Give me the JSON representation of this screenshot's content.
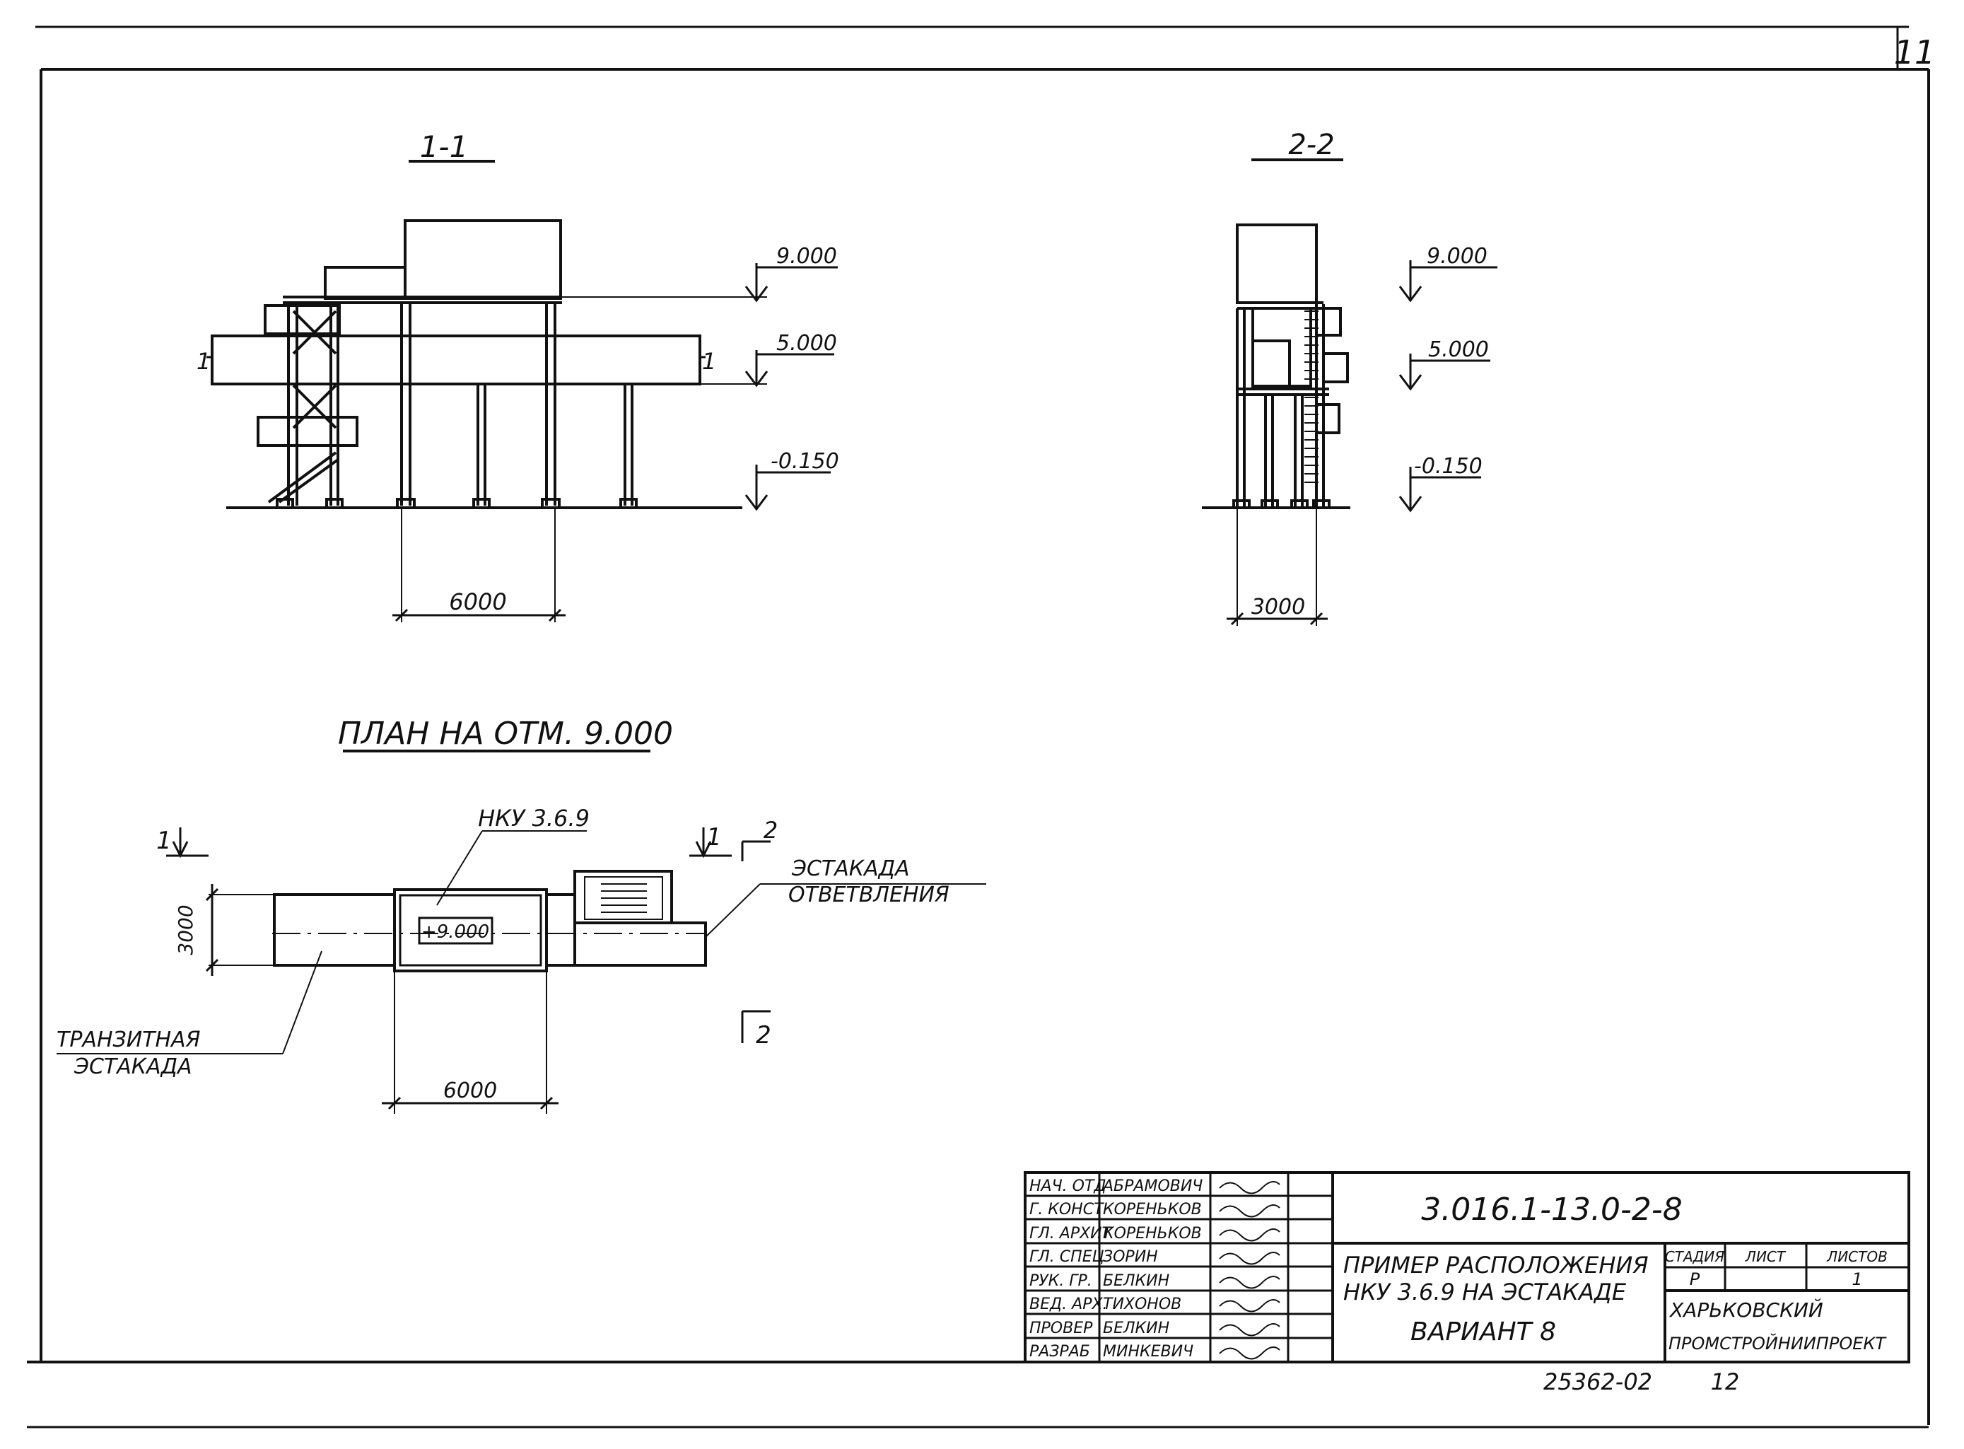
{
  "sheet": {
    "sheet_number": "11",
    "bottom_code": "25362-02",
    "bottom_page": "12"
  },
  "section_1_1": {
    "title": "1-1",
    "level_top": "9.000",
    "level_mid": "5.000",
    "level_ground": "-0.150",
    "span": "6000",
    "cut_mark_left": "1",
    "cut_mark_right": "1"
  },
  "section_2_2": {
    "title": "2-2",
    "level_top": "9.000",
    "level_mid": "5.000",
    "level_ground": "-0.150",
    "width": "3000"
  },
  "plan": {
    "title": "ПЛАН НА ОТМ. 9.000",
    "unit_label": "НКУ 3.6.9",
    "unit_level": "+9.000",
    "width_dim": "3000",
    "span_dim": "6000",
    "branch_label_line1": "ЭСТАКАДА",
    "branch_label_line2": "ОТВЕТВЛЕНИЯ",
    "transit_label_line1": "ТРАНЗИТНАЯ",
    "transit_label_line2": "ЭСТАКАДА",
    "cut_1_left": "1",
    "cut_1_right": "1",
    "cut_2_top": "2",
    "cut_2_bottom": "2"
  },
  "title_block": {
    "roles": [
      "НАЧ. ОТД",
      "Г. КОНСТ",
      "ГЛ. АРХИТ",
      "ГЛ. СПЕЦ",
      "РУК. ГР.",
      "ВЕД. АРХ.",
      "ПРОВЕР",
      "РАЗРАБ"
    ],
    "names": [
      "АБРАМОВИЧ",
      "КОРЕНЬКОВ",
      "КОРЕНЬКОВ",
      "ЗОРИН",
      "БЕЛКИН",
      "ТИХОНОВ",
      "БЕЛКИН",
      "МИНКЕВИЧ"
    ],
    "doc_code": "3.016.1-13.0-2-8",
    "description_line1": "ПРИМЕР РАСПОЛОЖЕНИЯ",
    "description_line2": "НКУ 3.6.9 НА ЭСТАКАДЕ",
    "variant": "ВАРИАНТ 8",
    "stage_header": "СТАДИЯ",
    "sheet_header": "ЛИСТ",
    "sheets_header": "ЛИСТОВ",
    "stage": "Р",
    "sheets_total": "1",
    "org_line1": "ХАРЬКОВСКИЙ",
    "org_line2": "ПРОМСТРОЙНИИПРОЕКТ"
  }
}
